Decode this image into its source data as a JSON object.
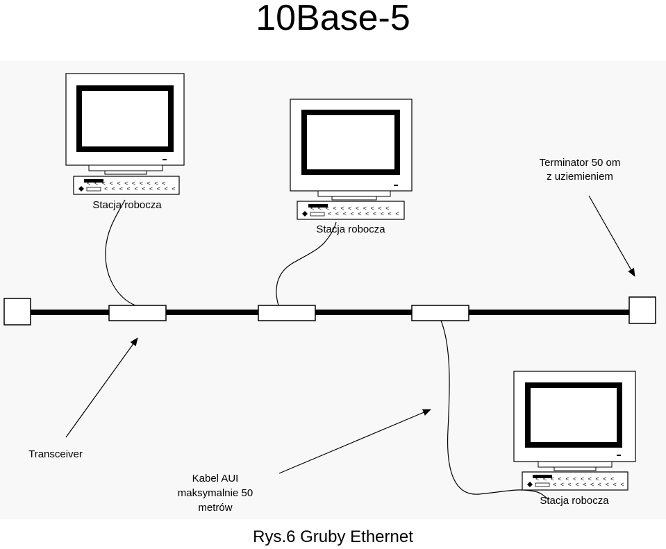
{
  "title": "10Base-5",
  "caption": "Rys.6  Gruby Ethernet",
  "labels": {
    "workstation": "Stacja robocza",
    "terminator_line1": "Terminator 50 om",
    "terminator_line2": "z uziemieniem",
    "transceiver": "Transceiver",
    "aui_line1": "Kabel AUI",
    "aui_line2": "maksymalnie 50",
    "aui_line3": "metrów"
  },
  "colors": {
    "line": "#000000",
    "panel": "#f8f8f8",
    "box": "#ffffff"
  }
}
